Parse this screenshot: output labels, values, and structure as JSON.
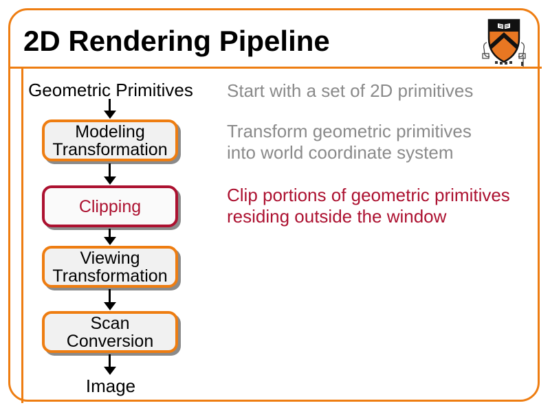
{
  "slide": {
    "title": "2D Rendering Pipeline",
    "logo": "princeton-shield"
  },
  "flow": {
    "start_label": "Geometric Primitives",
    "steps": [
      {
        "line1": "Modeling",
        "line2": "Transformation",
        "highlight": false
      },
      {
        "line1": "Clipping",
        "line2": "",
        "highlight": true
      },
      {
        "line1": "Viewing",
        "line2": "Transformation",
        "highlight": false
      },
      {
        "line1": "Scan",
        "line2": "Conversion",
        "highlight": false
      }
    ],
    "end_label": "Image"
  },
  "notes": [
    {
      "line1": "Start with a set of 2D primitives",
      "line2": "",
      "emphasis": "gray"
    },
    {
      "line1": "Transform geometric primitives",
      "line2": "into world coordinate system",
      "emphasis": "gray"
    },
    {
      "line1": "Clip portions of geometric primitives",
      "line2": "residing outside the window",
      "emphasis": "crimson"
    }
  ],
  "colors": {
    "frame_orange": "#EE7D11",
    "highlight_crimson": "#AC1130",
    "note_gray": "#8A8A8A",
    "box_fill": "#F1F1F1",
    "box_shadow": "#8A8A8A",
    "shield_orange": "#E87722",
    "text_black": "#000000"
  }
}
